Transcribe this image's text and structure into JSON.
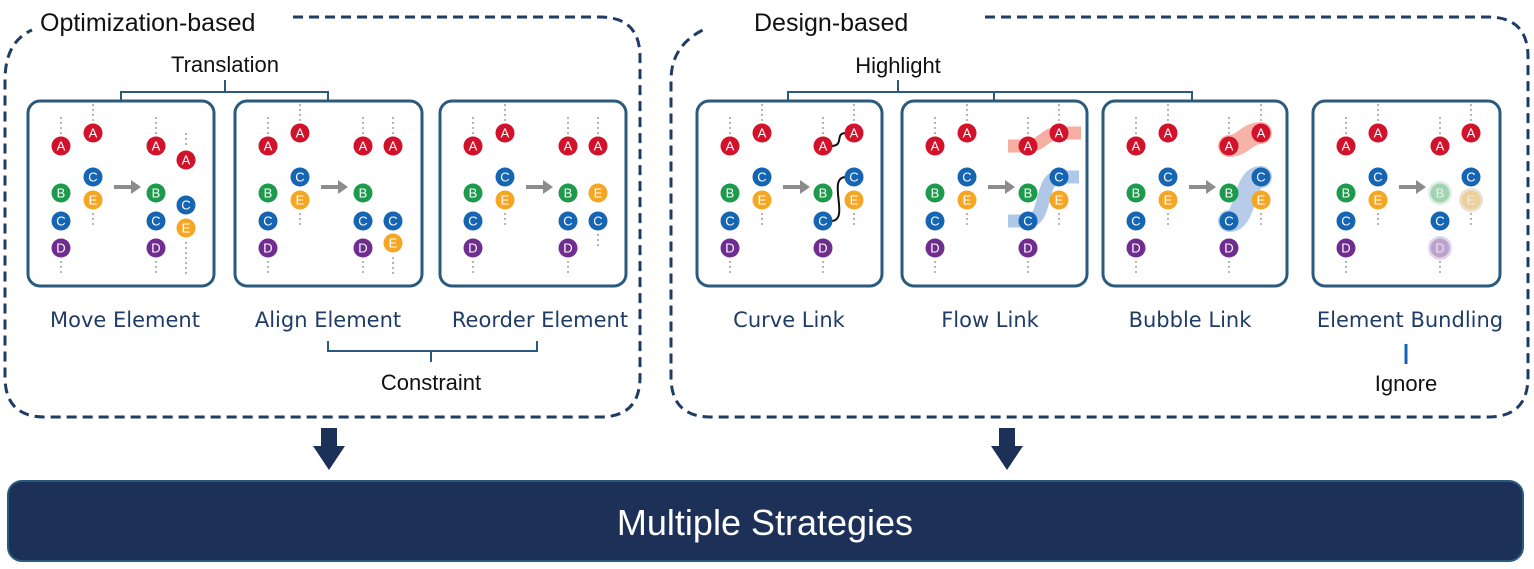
{
  "groups": {
    "optimization": {
      "title": "Optimization-based"
    },
    "design": {
      "title": "Design-based"
    }
  },
  "brackets": {
    "translation": "Translation",
    "constraint": "Constraint",
    "highlight": "Highlight",
    "ignore": "Ignore"
  },
  "cards": [
    {
      "id": "move-element",
      "label": "Move Element"
    },
    {
      "id": "align-element",
      "label": "Align Element"
    },
    {
      "id": "reorder-element",
      "label": "Reorder Element"
    },
    {
      "id": "curve-link",
      "label": "Curve Link"
    },
    {
      "id": "flow-link",
      "label": "Flow Link"
    },
    {
      "id": "bubble-link",
      "label": "Bubble Link"
    },
    {
      "id": "element-bundling",
      "label": "Element Bundling"
    }
  ],
  "banner": {
    "text": "Multiple Strategies"
  },
  "nodes": {
    "letters": {
      "A": "A",
      "B": "B",
      "C": "C",
      "D": "D",
      "E": "E"
    },
    "colors": {
      "A": "#d2112a",
      "B": "#1e9a4c",
      "C": "#1565b3",
      "D": "#6e2d8f",
      "E": "#f5a623"
    }
  },
  "colors": {
    "panel_border": "#1f3c66",
    "card_border": "#2b5a7f",
    "banner_fill": "#1c3058",
    "arrow": "#1c3058",
    "highlight_red": "#f28b78",
    "highlight_blue": "#8fb0dd"
  }
}
